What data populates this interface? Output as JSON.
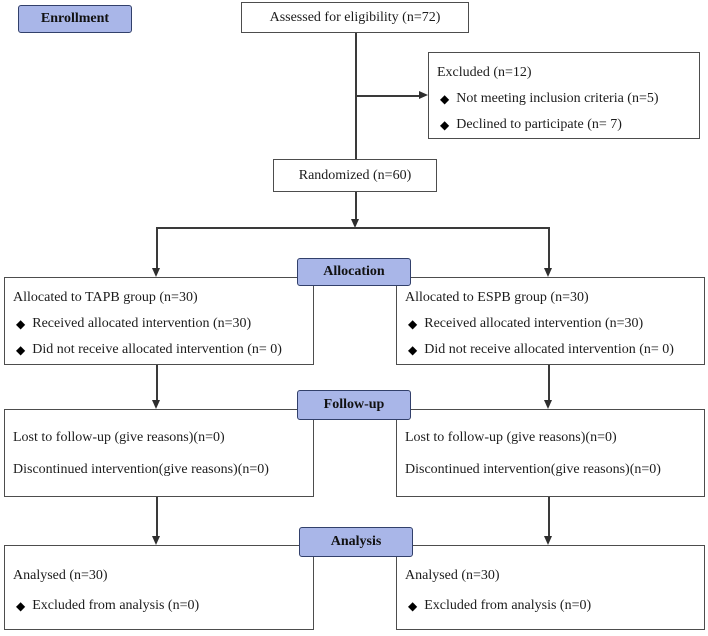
{
  "glyphs": {
    "diamond": "◆"
  },
  "colors": {
    "stage_label_fill": "#a9b6e8",
    "stage_label_border": "#32406b",
    "box_border": "#4d4d4d",
    "connector_line": "#3a3a3a",
    "text": "#1c1c1c"
  },
  "stages": {
    "enrollment": "Enrollment",
    "allocation": "Allocation",
    "followup": "Follow-up",
    "analysis": "Analysis"
  },
  "boxes": {
    "assessed": {
      "title": "Assessed for eligibility (n=72)"
    },
    "excluded": {
      "title": "Excluded (n=12)",
      "items": [
        "Not meeting inclusion criteria (n=5)",
        "Declined to participate (n= 7)"
      ]
    },
    "randomized": {
      "title": "Randomized (n=60)"
    },
    "allocation_left": {
      "title": "Allocated to TAPB group (n=30)",
      "items": [
        "Received allocated intervention (n=30)",
        "Did not receive allocated intervention (n= 0)"
      ]
    },
    "allocation_right": {
      "title": "Allocated to ESPB group (n=30)",
      "items": [
        "Received allocated intervention (n=30)",
        "Did not receive allocated intervention (n= 0)"
      ]
    },
    "followup_left": {
      "lines": [
        "Lost to follow-up (give reasons)(n=0)",
        "Discontinued intervention(give reasons)(n=0)"
      ]
    },
    "followup_right": {
      "lines": [
        "Lost to follow-up (give reasons)(n=0)",
        "Discontinued intervention(give reasons)(n=0)"
      ]
    },
    "analysis_left": {
      "title": "Analysed (n=30)",
      "items": [
        "Excluded from analysis (n=0)"
      ]
    },
    "analysis_right": {
      "title": "Analysed (n=30)",
      "items": [
        "Excluded from analysis (n=0)"
      ]
    }
  }
}
